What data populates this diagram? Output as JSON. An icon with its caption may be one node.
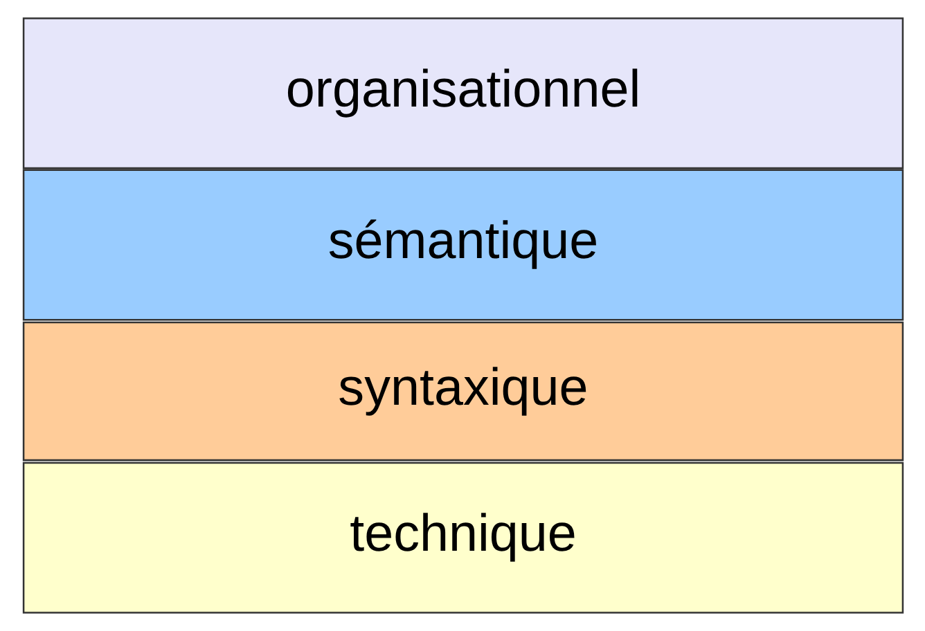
{
  "diagram": {
    "nodes": [
      {
        "text": [
          "organisationnel"
        ]
      },
      {
        "text": [
          "sémantique"
        ]
      },
      {
        "text": [
          "syntaxique"
        ]
      },
      {
        "text": [
          "technique"
        ]
      }
    ]
  }
}
